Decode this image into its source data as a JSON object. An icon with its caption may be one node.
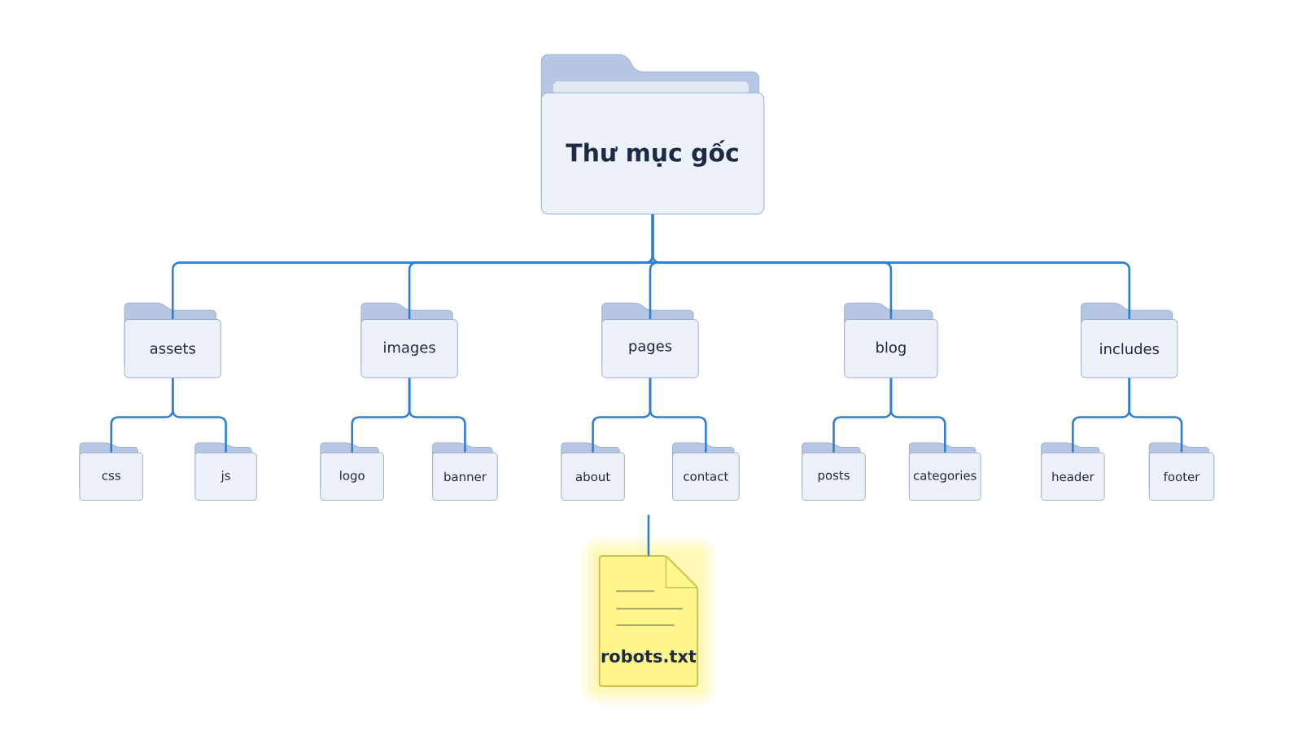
{
  "diagram": {
    "nodes": [
      {
        "text": [
          "Thư mục gốc"
        ]
      },
      {
        "text": [
          "assets"
        ]
      },
      {
        "text": [
          "images"
        ]
      },
      {
        "text": [
          "pages"
        ]
      },
      {
        "text": [
          "blog"
        ]
      },
      {
        "text": [
          "includes"
        ]
      },
      {
        "text": [
          "css"
        ]
      },
      {
        "text": [
          "js"
        ]
      },
      {
        "text": [
          "logo"
        ]
      },
      {
        "text": [
          "banner"
        ]
      },
      {
        "text": [
          "about"
        ]
      },
      {
        "text": [
          "contact"
        ]
      },
      {
        "text": [
          "posts"
        ]
      },
      {
        "text": [
          "categories"
        ]
      },
      {
        "text": [
          "header"
        ]
      },
      {
        "text": [
          "footer"
        ]
      },
      {
        "text": [
          "robots.txt"
        ]
      }
    ],
    "edges": [
      {
        "from": 0,
        "to": 1,
        "arrow": "none"
      },
      {
        "from": 0,
        "to": 2,
        "arrow": "none"
      },
      {
        "from": 0,
        "to": 3,
        "arrow": "none"
      },
      {
        "from": 0,
        "to": 4,
        "arrow": "none"
      },
      {
        "from": 0,
        "to": 5,
        "arrow": "none"
      },
      {
        "from": 1,
        "to": 6,
        "arrow": "none"
      },
      {
        "from": 1,
        "to": 7,
        "arrow": "none"
      },
      {
        "from": 2,
        "to": 8,
        "arrow": "none"
      },
      {
        "from": 2,
        "to": 9,
        "arrow": "none"
      },
      {
        "from": 3,
        "to": 10,
        "arrow": "none"
      },
      {
        "from": 3,
        "to": 11,
        "arrow": "none"
      },
      {
        "from": 4,
        "to": 12,
        "arrow": "none"
      },
      {
        "from": 4,
        "to": 13,
        "arrow": "none"
      },
      {
        "from": 5,
        "to": 14,
        "arrow": "none"
      },
      {
        "from": 5,
        "to": 15,
        "arrow": "none"
      },
      {
        "from": null,
        "to": 16,
        "arrow": "none"
      }
    ]
  }
}
